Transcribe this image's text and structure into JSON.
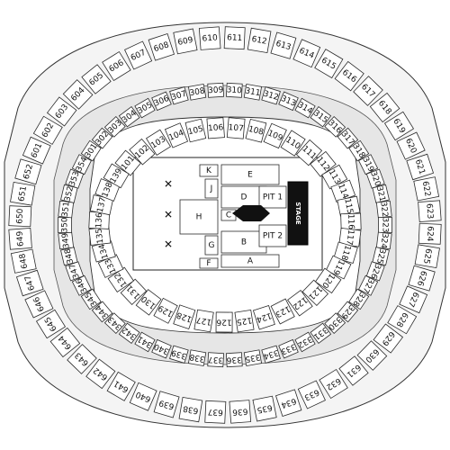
{
  "map": {
    "stage_label": "STAGE",
    "floor_sections": [
      "A",
      "B",
      "C",
      "D",
      "E",
      "F",
      "G",
      "H",
      "J",
      "K",
      "PIT 1",
      "PIT 2"
    ],
    "lower_100": [
      "101",
      "102",
      "103",
      "104",
      "105",
      "106",
      "107",
      "108",
      "109",
      "110",
      "111",
      "112",
      "113",
      "114",
      "115",
      "116",
      "117",
      "118",
      "119",
      "120",
      "121",
      "122",
      "123",
      "124",
      "125",
      "126",
      "127",
      "128",
      "129",
      "130",
      "131",
      "132",
      "133",
      "134",
      "135",
      "136",
      "137",
      "138",
      "139"
    ],
    "club_300": [
      "301",
      "302",
      "303",
      "304",
      "305",
      "306",
      "307",
      "308",
      "309",
      "310",
      "311",
      "312",
      "313",
      "314",
      "315",
      "316",
      "317",
      "318",
      "319",
      "320",
      "321",
      "322",
      "323",
      "324",
      "325",
      "326",
      "327",
      "328",
      "329",
      "330",
      "331",
      "332",
      "333",
      "334",
      "335",
      "336",
      "337",
      "338",
      "339",
      "340",
      "341",
      "342",
      "343",
      "344",
      "345",
      "346",
      "347",
      "348",
      "349",
      "350",
      "351",
      "352",
      "353",
      "354"
    ],
    "upper_600": [
      "601",
      "602",
      "603",
      "604",
      "605",
      "606",
      "607",
      "608",
      "609",
      "610",
      "611",
      "612",
      "613",
      "614",
      "615",
      "616",
      "617",
      "618",
      "619",
      "620",
      "621",
      "622",
      "623",
      "624",
      "625",
      "626",
      "627",
      "628",
      "629",
      "630",
      "631",
      "632",
      "633",
      "634",
      "635",
      "636",
      "637",
      "638",
      "639",
      "640",
      "641",
      "642",
      "643",
      "644",
      "645",
      "646",
      "647",
      "648",
      "649",
      "650",
      "651",
      "652"
    ]
  }
}
